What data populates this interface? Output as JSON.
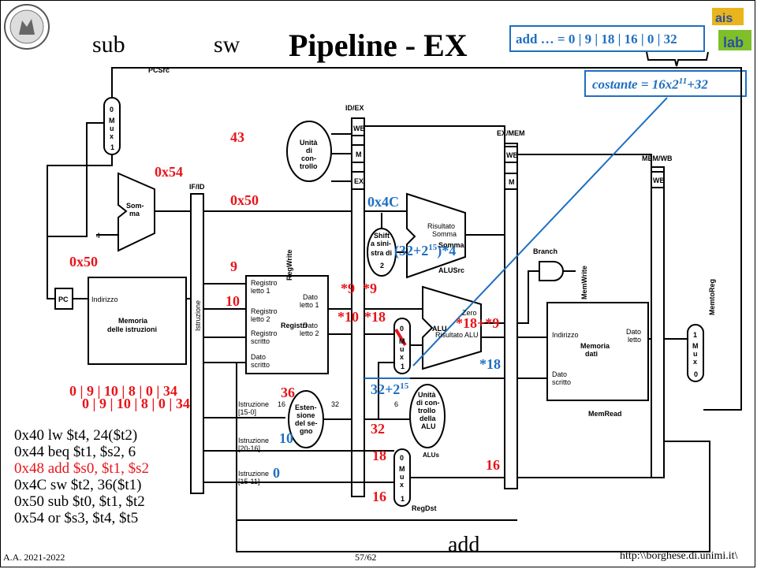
{
  "header": {
    "title": "Pipeline - EX",
    "left_stage_1": "sub",
    "left_stage_2": "sw",
    "info_box": "add … = 0 | 9 | 18 | 16 | 0 | 32",
    "const_box_prefix": "costante = 16x2",
    "const_box_exp": "11",
    "const_box_suffix": "+32"
  },
  "diagram": {
    "labels": {
      "pcsrc": "PCSrc",
      "idex": "ID/EX",
      "exmem": "EX/MEM",
      "memwb": "MEM/WB",
      "ifid": "IF/ID",
      "wb": "WB",
      "m": "M",
      "ex": "EX",
      "control": [
        "Unità",
        "di",
        "con-",
        "trollo"
      ],
      "adder_pc": [
        "Som-",
        "ma"
      ],
      "four": "4",
      "pc": "PC",
      "indirizzo": "Indirizzo",
      "imem": [
        "Memoria",
        "delle istruzioni"
      ],
      "istruzione": "Istruzione",
      "regwrite": "RegWrite",
      "reg_r1": [
        "Registro",
        "letto 1"
      ],
      "reg_r2": [
        "Registro",
        "letto 2"
      ],
      "reg_w": [
        "Registro",
        "scritto"
      ],
      "reg_data": [
        "Dato",
        "scritto"
      ],
      "registri": "Registri",
      "dato1": [
        "Dato",
        "letto 1"
      ],
      "dato2": [
        "Dato",
        "letto 2"
      ],
      "shift": [
        "Shift",
        "a sini-",
        "stra di",
        "2"
      ],
      "adder_br": [
        "Risultato",
        "Somma"
      ],
      "somma": "Somma",
      "alusrc": "ALUSrc",
      "alu": "ALU",
      "zero": "Zero",
      "risultato_alu": "Risultato ALU",
      "branch": "Branch",
      "memwrite": "MemWrite",
      "dmem_addr": "Indirizzo",
      "dmem": [
        "Memoria",
        "dati"
      ],
      "dmem_out": [
        "Dato",
        "letto"
      ],
      "dmem_in": [
        "Dato",
        "scritto"
      ],
      "memread": "MemRead",
      "memtoreg": "MemtoReg",
      "ins15_0": [
        "Istruzione",
        "[15-0]"
      ],
      "ins20_16": [
        "Istruzione",
        "[20-16]"
      ],
      "ins15_11": [
        "Istruzione",
        "[15-11]"
      ],
      "sign_ext": [
        "Esten-",
        "sione",
        "del se-",
        "gno"
      ],
      "b16": "16",
      "b32": "32",
      "b6": "6",
      "alu_ctrl": [
        "Unità",
        "di con-",
        "trollo",
        "della",
        "ALU"
      ],
      "aluop": "ALUs",
      "regdst": "RegDst",
      "mux": [
        "M",
        "u",
        "x"
      ],
      "zero_bit": "0",
      "one_bit": "1"
    },
    "annotations": {
      "v43": "43",
      "v0x54": "0x54",
      "v0x50a": "0x50",
      "v0x50b": "0x50",
      "v9": "9",
      "v10": "10",
      "v0x4C": "0x4C",
      "shift_val_a": "(32+2",
      "shift_val_exp": "15",
      "shift_val_b": ")*4",
      "star9a": "*9",
      "star9b": "*9",
      "star10": "*10",
      "star18": "*18",
      "alu_res": "*18+*9",
      "star18b": "*18",
      "imm_a": "32+2",
      "imm_exp": "15",
      "v32": "32",
      "v36": "36",
      "v10b": "10",
      "v0": "0",
      "v18": "18",
      "v16a": "16",
      "v16b": "16",
      "instr_fields_1": "0 | 9 | 10 | 8 | 0 | 34",
      "instr_fields_2": "0 | 9 | 10 | 8 | 0 | 34"
    }
  },
  "code": {
    "lines": [
      "0x40 lw  $t4, 24($t2)",
      "0x44 beq $t1, $s2, 6",
      "0x48 add $s0, $t1, $s2",
      "0x4C sw $t2, 36($t1)",
      "0x50 sub $t0, $t1, $t2",
      "0x54 or $s3, $t4, $t5"
    ],
    "highlight_index": 2
  },
  "footer": {
    "year": "A.A. 2021-2022",
    "page": "57/62",
    "stage_bottom": "add",
    "url": "http:\\\\borghese.di.unimi.it\\"
  },
  "colors": {
    "red": "#e8141a",
    "blue": "#1f6fc0",
    "box_border": "#1f6fc0"
  }
}
